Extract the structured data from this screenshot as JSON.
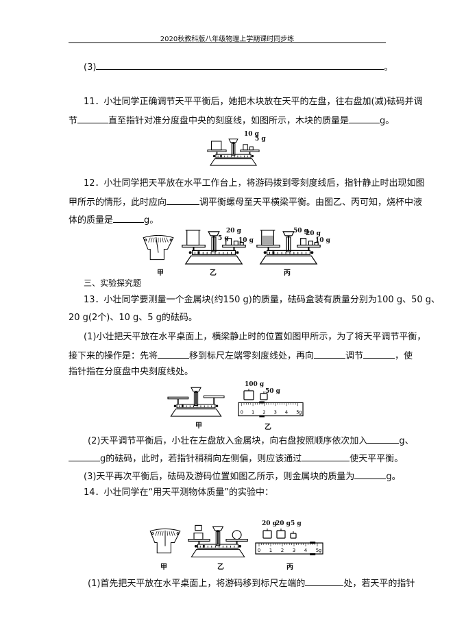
{
  "header": "2020秋教科版八年级物理上学期课时同步练",
  "q10_3": {
    "label": "(3)",
    "end": "。"
  },
  "q11": {
    "l1": "11．小壮同学正确调节天平平衡后，她把木块放在天平的左盘，往右盘加(减)砝码并调",
    "l2a": "节",
    "l2b": "直至指针对准分度盘中央的刻度线，如图所示，木块的质量是",
    "l2c": "g。",
    "fig": {
      "w1": "10 g",
      "w2": "5 g"
    }
  },
  "q12": {
    "l1": "12．小壮同学把天平放在水平工作台上，将游码拨到零刻度线后，指针静止时出现如图",
    "l2a": "甲所示的情形，此时应向",
    "l2b": "调平衡螺母至天平横梁平衡。由图乙、丙可知，烧杯中液",
    "l3a": "体的质量是",
    "l3b": "g。",
    "fig": {
      "cap_a": "甲",
      "cap_b": "乙",
      "cap_c": "丙",
      "b_w1": "5 g",
      "b_w2": "20 g",
      "b_w3": "10 g",
      "c_w1": "50 g",
      "c_w2": "20 g",
      "c_w3": "10 g"
    }
  },
  "section3": "三、实验探究题",
  "q13": {
    "l1": "13．小壮同学要测量一个金属块(约150 g)的质量，砝码盒装有质量分别为100 g、50 g、",
    "l2": "20 g(2个)、10 g、5 g的砝码。",
    "p1": {
      "l1": "(1)小壮把天平放在水平桌面上，横梁静止时的位置如图甲所示，为了将天平调节平衡，",
      "l2a": "接下来的操作是：先将",
      "l2b": "移到标尺左端零刻度线处，再向",
      "l2c": "调节",
      "l2d": "，使",
      "l3": "指针指在分度盘中央刻度线处。"
    },
    "fig": {
      "cap_a": "甲",
      "cap_b": "乙",
      "w1": "100 g",
      "w2": "50 g",
      "ticks": [
        "0",
        "1",
        "2",
        "3",
        "4",
        "5"
      ],
      "unit": "g",
      "rider_value_g": 1.8
    },
    "p2": {
      "l1a": "(2)天平调节平衡后，小壮在左盘放入金属块，向右盘按照顺序依次加入",
      "l1b": "g、",
      "l2a": "g的砝码，此时，若指针稍稍向左侧偏，则应该通过",
      "l2b": "使天平平衡。"
    },
    "p3": {
      "a": "(3)天平再次平衡后，砝码及游码位置如图乙所示，则金属块的质量为",
      "b": "g。"
    }
  },
  "q14": {
    "l1": "14．小壮同学在“用天平测物体质量”的实验中：",
    "fig": {
      "cap_a": "甲",
      "cap_b": "乙",
      "cap_c": "丙",
      "w1": "20 g",
      "w2": "20 g",
      "w3": "5 g",
      "ticks": [
        "0",
        "1",
        "2",
        "3",
        "4",
        "5"
      ],
      "unit": "g",
      "rider_value_g": 4.6
    },
    "p1": {
      "a": "(1)首先把天平放在水平桌面上，将游码移到标尺左端的",
      "b": "处，若天平的指针"
    }
  }
}
